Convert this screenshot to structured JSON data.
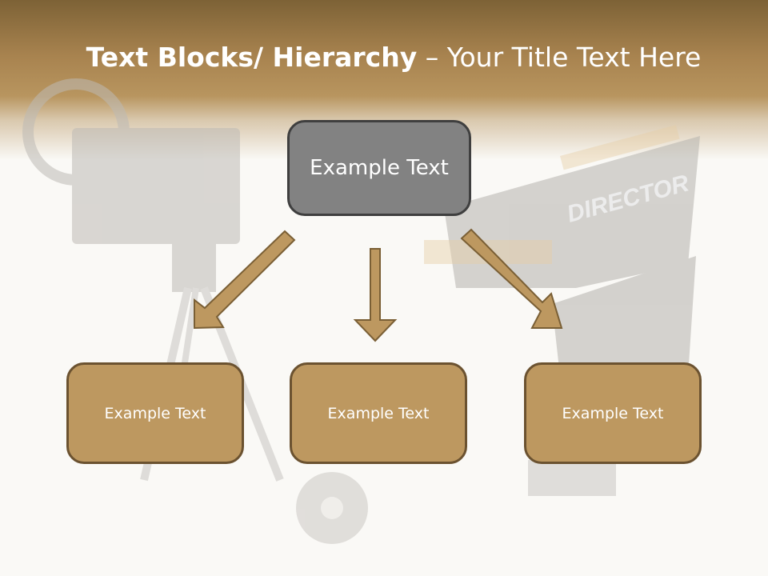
{
  "slide": {
    "title_bold": "Text Blocks/ Hierarchy",
    "title_rest": " – Your Title Text Here",
    "top_box": "Example Text",
    "children": [
      "Example Text",
      "Example Text",
      "Example Text"
    ],
    "background_chair_text": "DIRECTOR",
    "colors": {
      "header": "#a8834f",
      "top_box": "#828282",
      "child_box": "#bd9860",
      "arrow": "#bd9860",
      "arrow_border": "#7a5f35"
    }
  }
}
